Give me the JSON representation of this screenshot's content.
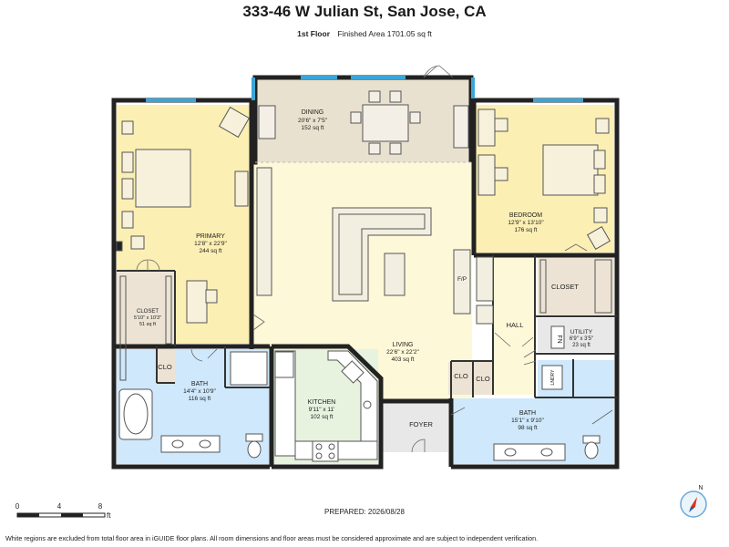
{
  "header": {
    "title": "333-46 W Julian St, San Jose, CA",
    "floor_label": "1st Floor",
    "finished_area": "Finished Area 1701.05 sq ft"
  },
  "rooms": {
    "dining": {
      "name": "DINING",
      "dims": "20'6\" x 7'5\"",
      "area": "152 sq ft"
    },
    "primary": {
      "name": "PRIMARY",
      "dims": "12'8\" x 22'9\"",
      "area": "244 sq ft"
    },
    "bedroom": {
      "name": "BEDROOM",
      "dims": "12'9\" x 13'10\"",
      "area": "176 sq ft"
    },
    "closet_primary": {
      "name": "CLOSET",
      "dims": "5'10\" x 10'3\"",
      "area": "51 sq ft"
    },
    "closet_bedroom": {
      "name": "CLOSET"
    },
    "hall": {
      "name": "HALL"
    },
    "utility": {
      "name": "UTILITY",
      "dims": "6'9\" x 3'5\"",
      "area": "23 sq ft"
    },
    "living": {
      "name": "LIVING",
      "dims": "22'6\" x 22'2\"",
      "area": "403 sq ft"
    },
    "bath_primary": {
      "name": "BATH",
      "dims": "14'4\" x 10'9\"",
      "area": "116 sq ft"
    },
    "kitchen": {
      "name": "KITCHEN",
      "dims": "9'11\" x 11'",
      "area": "102 sq ft"
    },
    "bath2": {
      "name": "BATH",
      "dims": "15'1\" x 9'10\"",
      "area": "98 sq ft"
    },
    "foyer": {
      "name": "FOYER"
    },
    "fp": {
      "name": "F/P"
    },
    "clo_primary": {
      "name": "CLO"
    },
    "clo_living_a": {
      "name": "CLO"
    },
    "clo_living_b": {
      "name": "CLO"
    },
    "fn_label": {
      "name": "FN"
    },
    "laundry": {
      "name": "LNDRY"
    }
  },
  "scale_bar": {
    "zero": "0",
    "mid": "4",
    "end": "8",
    "unit": "ft"
  },
  "compass": {
    "north": "N"
  },
  "footer": {
    "prepared": "PREPARED: 2026/08/28",
    "disclaimer": "White regions are excluded from total floor area in iGUIDE floor plans. All room dimensions and floor areas must be considered approximate and are subject to independent verification."
  },
  "colors": {
    "dining": "#e9e1cf",
    "primary": "#fbefb3",
    "living": "#fdf8d8",
    "bath": "#cfe8fb",
    "kitchen": "#e7f2df",
    "closet": "#ece3d4",
    "foyer": "#e8e8e8",
    "wall": "#222222",
    "window": "#3aa6d8"
  }
}
